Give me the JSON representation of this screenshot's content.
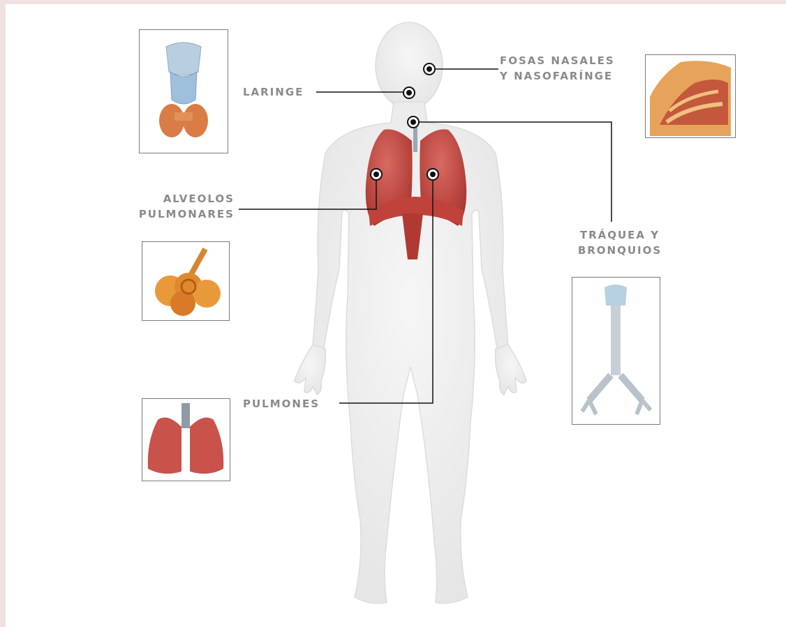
{
  "labels": {
    "laringe": "LARINGE",
    "fosas_line1": "FOSAS NASALES",
    "fosas_line2": "Y NASOFARÍNGE",
    "alveolos_line1": "ALVEOLOS",
    "alveolos_line2": "PULMONARES",
    "traquea_line1": "TRÁQUEA Y",
    "traquea_line2": "BRONQUIOS",
    "pulmones": "PULMONES"
  },
  "colors": {
    "label_text": "#8a8a8a",
    "page_border": "#f1e1e3",
    "body_silhouette": "#eeeeee",
    "lung_red": "#c24a43",
    "leader_line": "#111111"
  },
  "icons": {
    "larynx": "larynx-illustration",
    "nasal": "nasal-cavity-illustration",
    "alveoli": "alveoli-illustration",
    "trachea": "trachea-bronchi-illustration",
    "lungs": "lungs-illustration",
    "marker": "target-dot-icon"
  }
}
